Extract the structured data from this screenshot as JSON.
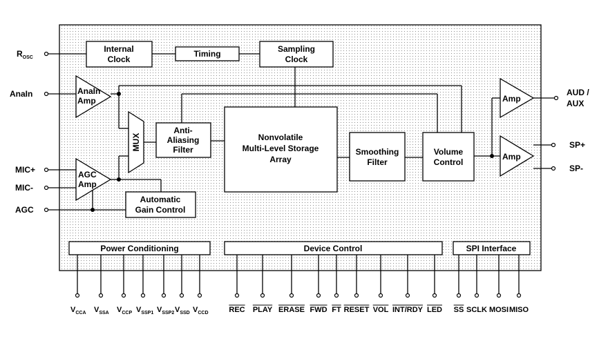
{
  "blocks": {
    "internal_clock": [
      "Internal",
      "Clock"
    ],
    "timing": "Timing",
    "sampling_clock": [
      "Sampling",
      "Clock"
    ],
    "anain_amp": [
      "AnaIn",
      "Amp"
    ],
    "mux": "MUX",
    "anti_aliasing": [
      "Anti-",
      "Aliasing",
      "Filter"
    ],
    "storage": [
      "Nonvolatile",
      "Multi-Level Storage",
      "Array"
    ],
    "smoothing": [
      "Smoothing",
      "Filter"
    ],
    "volume": [
      "Volume",
      "Control"
    ],
    "agc_amp": [
      "AGC",
      "Amp"
    ],
    "agc_block": [
      "Automatic",
      "Gain Control"
    ],
    "amp_top": "Amp",
    "amp_bottom": "Amp",
    "power": "Power Conditioning",
    "device_control": "Device Control",
    "spi": "SPI Interface"
  },
  "left_pins": {
    "rosc": {
      "main": "R",
      "sub": "OSC"
    },
    "anain": "AnaIn",
    "mic_plus": "MIC+",
    "mic_minus": "MIC-",
    "agc": "AGC"
  },
  "right_pins": {
    "aud_aux": [
      "AUD /",
      "AUX"
    ],
    "sp_plus": "SP+",
    "sp_minus": "SP-"
  },
  "power_pins": [
    {
      "main": "V",
      "sub": "CCA"
    },
    {
      "main": "V",
      "sub": "SSA"
    },
    {
      "main": "V",
      "sub": "CCP"
    },
    {
      "main": "V",
      "sub": "SSP1"
    },
    {
      "main": "V",
      "sub": "SSP2"
    },
    {
      "main": "V",
      "sub": "SSD"
    },
    {
      "main": "V",
      "sub": "CCD"
    }
  ],
  "device_pins": [
    {
      "label": "REC",
      "overbar": true
    },
    {
      "label": "PLAY",
      "overbar": true
    },
    {
      "label": "ERASE",
      "overbar": true
    },
    {
      "label": "FWD",
      "overbar": true
    },
    {
      "label": "FT",
      "overbar": true
    },
    {
      "label": "RESET",
      "overbar": true
    },
    {
      "label": "VOL",
      "overbar": true
    },
    {
      "label": "INT/RDY",
      "overbar": true
    },
    {
      "label": "LED",
      "overbar": true
    }
  ],
  "spi_pins": [
    {
      "label": "SS",
      "overbar": true
    },
    {
      "label": "SCLK",
      "overbar": false
    },
    {
      "label": "MOSI",
      "overbar": false
    },
    {
      "label": "MISO",
      "overbar": false
    }
  ]
}
